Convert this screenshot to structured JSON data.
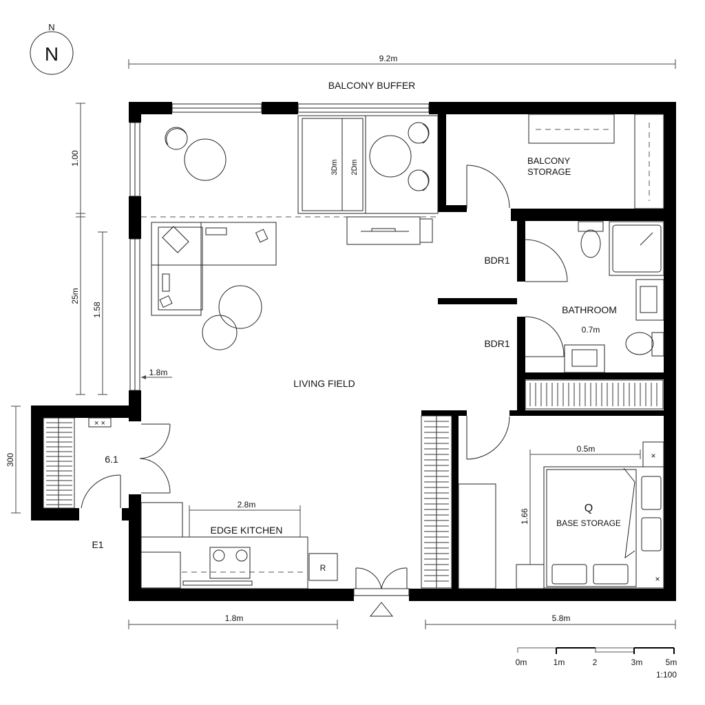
{
  "north": {
    "letter_top": "N",
    "letter_circle": "N"
  },
  "dimensions": {
    "top_overall": "9.2m",
    "left_upper": "1.00",
    "left_lower": "25m",
    "left_inner": "1.58",
    "window_offset": "1.8m",
    "entry_height": "300",
    "kitchen_counter": "2.8m",
    "bottom_left": "1.8m",
    "bottom_right": "5.8m",
    "bedroom_width": "0.5m",
    "bedroom_height": "1.66",
    "balcony_rug_a": "3Dm",
    "balcony_rug_b": "2Dm",
    "bathroom_gap": "0.7m"
  },
  "rooms": {
    "balcony_buffer": "BALCONY BUFFER",
    "balcony_storage_line1": "BALCONY",
    "balcony_storage_line2": "STORAGE",
    "bdr_upper": "BDR1",
    "bdr_lower": "BDR1",
    "bathroom": "BATHROOM",
    "living": "LIVING FIELD",
    "entry_number": "6.1",
    "entry_label": "E1",
    "kitchen": "EDGE KITCHEN",
    "fridge": "R",
    "bed_letter": "Q",
    "bedroom": "BASE STORAGE"
  },
  "scale_bar": {
    "ticks": [
      "0m",
      "1m",
      "2",
      "3m",
      "5m"
    ],
    "ratio": "1:100"
  }
}
